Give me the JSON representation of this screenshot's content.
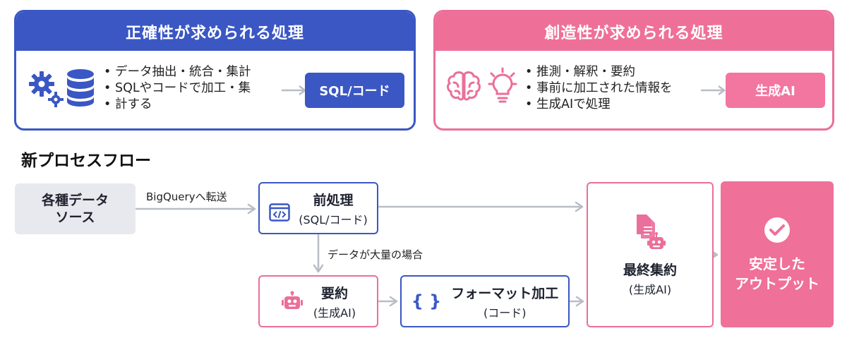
{
  "accuracy_panel": {
    "title": "正確性が求められる処理",
    "bullets": [
      "データ抽出・統合・集計",
      "SQLやコードで加工・集",
      "計する"
    ],
    "tag": "SQL/コード"
  },
  "creativity_panel": {
    "title": "創造性が求められる処理",
    "bullets": [
      "推測・解釈・要約",
      "事前に加工された情報を",
      "生成AIで処理"
    ],
    "tag": "生成AI"
  },
  "flow": {
    "title": "新プロセスフロー",
    "source": {
      "line1": "各種データ",
      "line2": "ソース"
    },
    "edge_transfer": "BigQueryへ転送",
    "preprocess": {
      "title": "前処理",
      "sub": "(SQL/コード)",
      "icon": "code-window-icon"
    },
    "edge_large": "データが大量の場合",
    "summary": {
      "title": "要約",
      "sub": "(生成AI)",
      "icon": "robot-icon"
    },
    "format": {
      "title": "フォーマット加工",
      "sub": "(コード)",
      "icon_text": "{ }"
    },
    "final": {
      "title": "最終集約",
      "sub": "(生成AI)",
      "icon": "documents-robot-icon"
    },
    "output": {
      "line1": "安定した",
      "line2": "アウトプット",
      "icon": "check-circle-icon"
    }
  },
  "colors": {
    "blue": "#3a57c4",
    "pink": "#ee7099",
    "arrow": "#b9bdc8",
    "source_bg": "#e8e9ee"
  }
}
